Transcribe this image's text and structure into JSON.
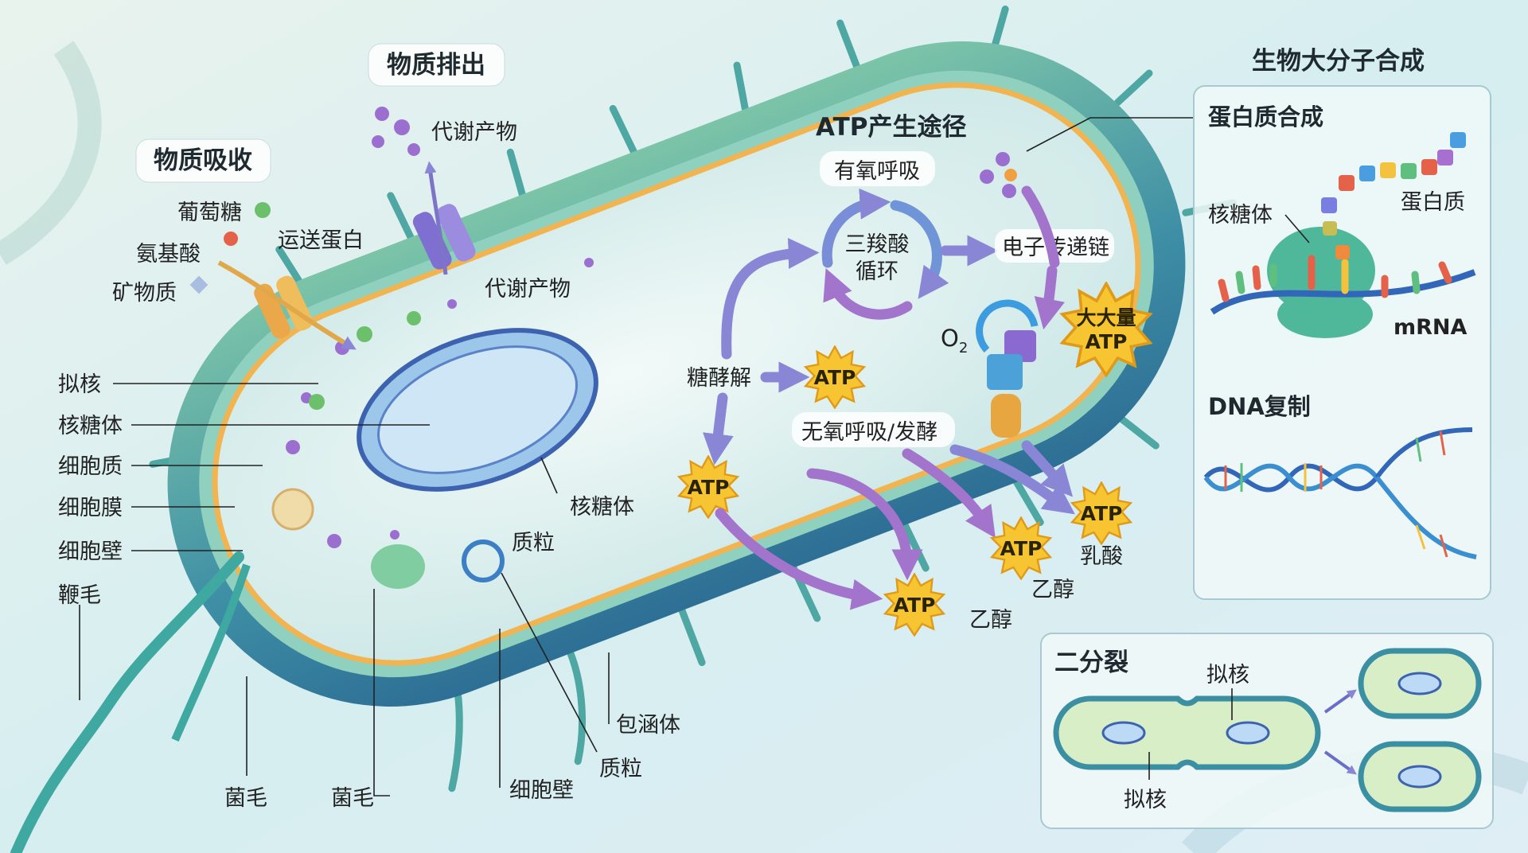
{
  "transport": {
    "export_title": "物质排出",
    "export_metabolite": "代谢产物",
    "uptake_title": "物质吸收",
    "glucose": "葡萄糖",
    "amino_acid": "氨基酸",
    "minerals": "矿物质",
    "transport_protein": "运送蛋白",
    "metabolite_inner": "代谢产物"
  },
  "structure_labels": {
    "nucleoid": "拟核",
    "ribosome": "核糖体",
    "cytoplasm": "细胞质",
    "membrane": "细胞膜",
    "cell_wall": "细胞壁",
    "flagellum": "鞭毛",
    "ribosome_inner": "核糖体",
    "plasmid_inner": "质粒",
    "inclusion_body": "包涵体",
    "plasmid_bottom": "质粒",
    "cell_wall_bottom": "细胞壁",
    "pilus_1": "菌毛",
    "pilus_2": "菌毛"
  },
  "atp_pathway": {
    "title": "ATP产生途径",
    "aerobic": "有氧呼吸",
    "tca_line1": "三羧酸",
    "tca_line2": "循环",
    "etc": "电子传递链",
    "oxygen": "O",
    "oxygen_sub": "2",
    "lots_atp_line1": "大大量",
    "lots_atp_line2": "ATP",
    "glycolysis": "糖酵解",
    "atp": "ATP",
    "anaerobic": "无氧呼吸/发酵",
    "ethanol_1": "乙醇",
    "ethanol_2": "乙醇",
    "lactic_acid": "乳酸"
  },
  "synthesis": {
    "title": "生物大分子合成",
    "protein_synthesis": "蛋白质合成",
    "ribosome": "核糖体",
    "protein": "蛋白质",
    "mrna": "mRNA",
    "dna_replication": "DNA复制"
  },
  "fission": {
    "title": "二分裂",
    "nucleoid_top": "拟核",
    "nucleoid_bottom": "拟核"
  },
  "colors": {
    "wall": "#3f9a9a",
    "membrane": "#f1b451",
    "cytoplasm": "#e4f4f0",
    "arrow": "#8a86d6",
    "atp_star": "#f7c531"
  }
}
